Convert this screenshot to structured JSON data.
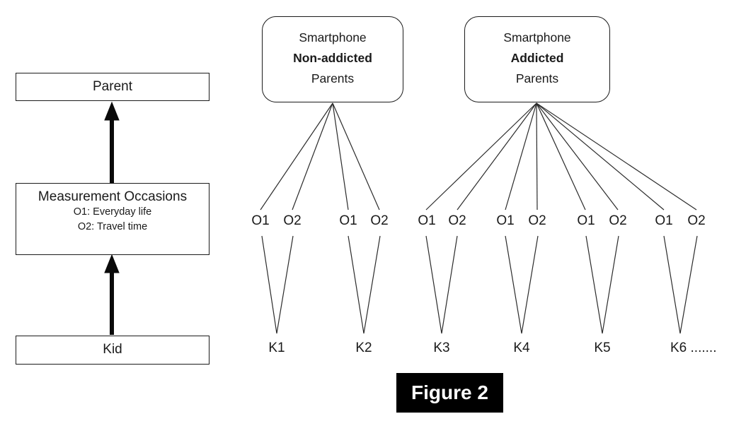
{
  "palette": {
    "ink": "#1a1a1a",
    "line": "#2b2b2b",
    "caption_bg": "#000000",
    "caption_text": "#ffffff"
  },
  "left_panel": {
    "parent_box": "Parent",
    "measurement_box": {
      "title": "Measurement Occasions",
      "items": [
        "O1: Everyday life",
        "O2: Travel time"
      ]
    },
    "kid_box": "Kid"
  },
  "parent_groups": [
    {
      "line1": "Smartphone",
      "line2": "Non-addicted",
      "line3": "Parents"
    },
    {
      "line1": "Smartphone",
      "line2": "Addicted",
      "line3": "Parents"
    }
  ],
  "occasions": [
    "O1",
    "O2",
    "O1",
    "O2",
    "O1",
    "O2",
    "O1",
    "O2",
    "O1",
    "O2",
    "O1",
    "O2"
  ],
  "kids": [
    "K1",
    "K2",
    "K3",
    "K4",
    "K5",
    "K6 ......."
  ],
  "caption": "Figure 2"
}
